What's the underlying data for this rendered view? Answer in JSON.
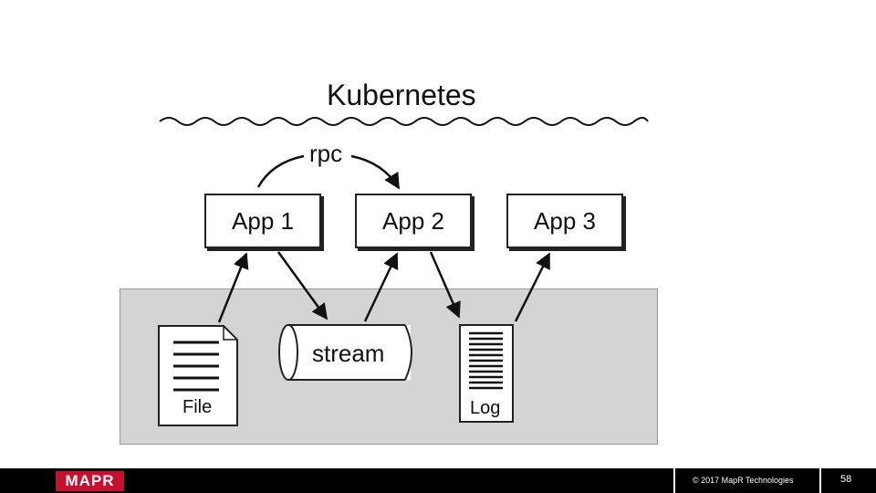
{
  "title": "Kubernetes",
  "rpc_label": "rpc",
  "apps": [
    "App 1",
    "App 2",
    "App 3"
  ],
  "file_label": "File",
  "stream_label": "stream",
  "log_label": "Log",
  "footer": {
    "logo": "MAPR",
    "copyright": "© 2017 MapR Technologies",
    "page_number": "58"
  },
  "colors": {
    "logo_red": "#c8102e",
    "gray_area": "#d4d4d4",
    "footer": "#000000"
  }
}
